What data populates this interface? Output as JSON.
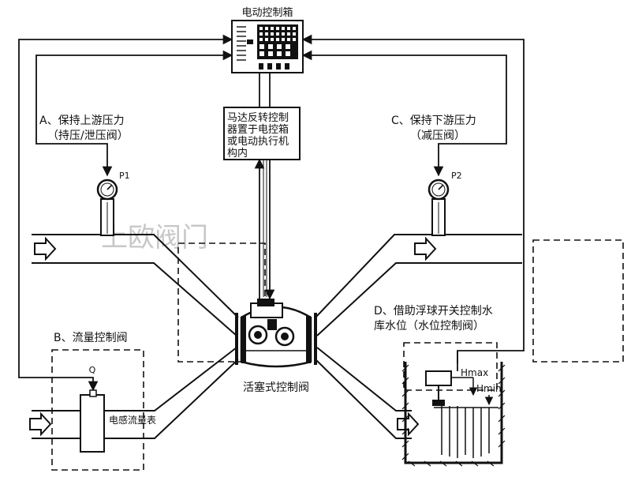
{
  "control_box": {
    "label": "电动控制箱"
  },
  "motor_note": [
    "马达反转控制",
    "器置于电控箱",
    "或电动执行机",
    "构内"
  ],
  "mode_a": {
    "line1": "A、保持上游压力",
    "line2": "（持压/泄压阀）"
  },
  "mode_c": {
    "line1": "C、保持下游压力",
    "line2": "（减压阀）"
  },
  "mode_b": {
    "line1": "B、流量控制阀"
  },
  "mode_d": {
    "line1": "D、借助浮球开关控制水",
    "line2": "库水位（水位控制阀）"
  },
  "gauge_p1": {
    "label": "P1"
  },
  "gauge_p2": {
    "label": "P2"
  },
  "flow_q": {
    "label": "Q"
  },
  "flowmeter": {
    "label": "电感流量表"
  },
  "main_valve": {
    "label": "活塞式控制阀"
  },
  "h_max": {
    "label": "Hmax"
  },
  "h_min": {
    "label": "Hmin"
  },
  "watermark": {
    "text": "上欧阀门"
  },
  "colors": {
    "line": "#111111",
    "watermark": "#c8c8c8",
    "background": "#ffffff"
  }
}
